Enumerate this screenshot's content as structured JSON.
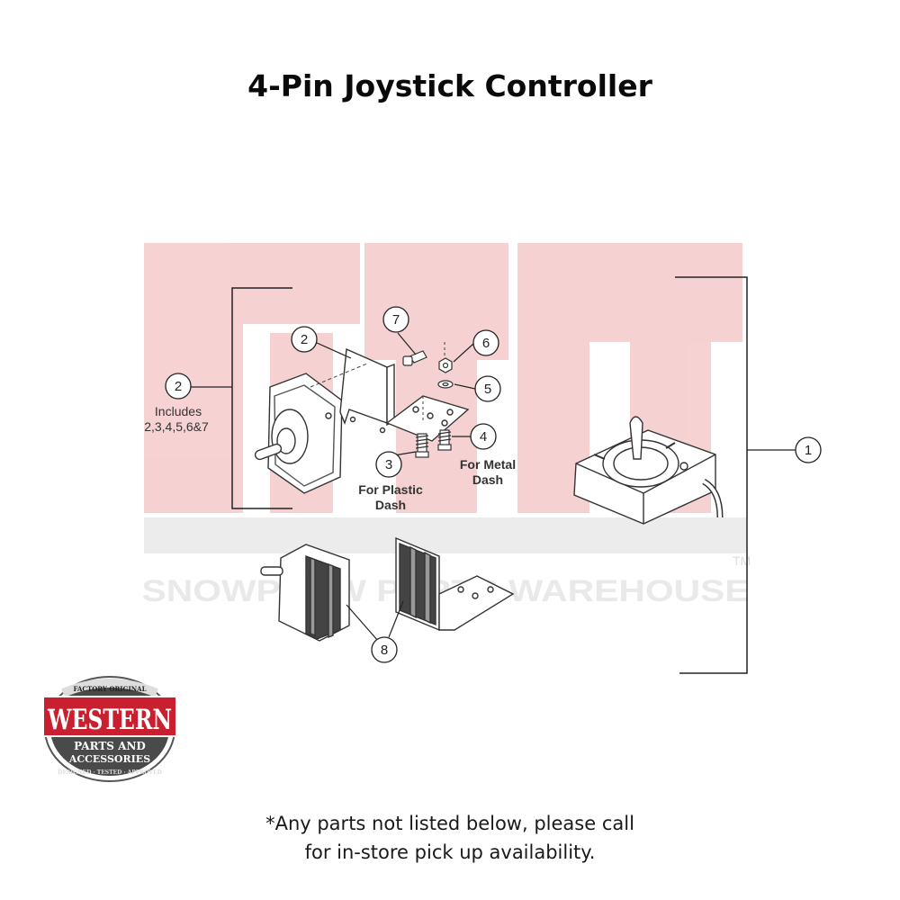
{
  "title": "4-Pin Joystick Controller",
  "callouts": [
    "1",
    "2",
    "2",
    "3",
    "4",
    "5",
    "6",
    "7",
    "8"
  ],
  "notes": {
    "includes_line1": "Includes",
    "includes_line2": "2,3,4,5,6&7",
    "plastic_line1": "For Plastic",
    "plastic_line2": "Dash",
    "metal_line1": "For Metal",
    "metal_line2": "Dash"
  },
  "watermark": {
    "text": "SNOWPLOW PARTS WAREHOUSE",
    "tm": "TM",
    "color": "#e9a3a3"
  },
  "logo": {
    "top_text": "FACTORY ORIGINAL",
    "brand": "WESTERN",
    "line1": "PARTS AND",
    "line2": "ACCESSORIES",
    "bottom_text": "DESIGNED · TESTED · APPROVED",
    "brand_color": "#c8202e"
  },
  "footer": {
    "line1": "*Any parts not listed below, please call",
    "line2": "for in-store pick up availability."
  }
}
